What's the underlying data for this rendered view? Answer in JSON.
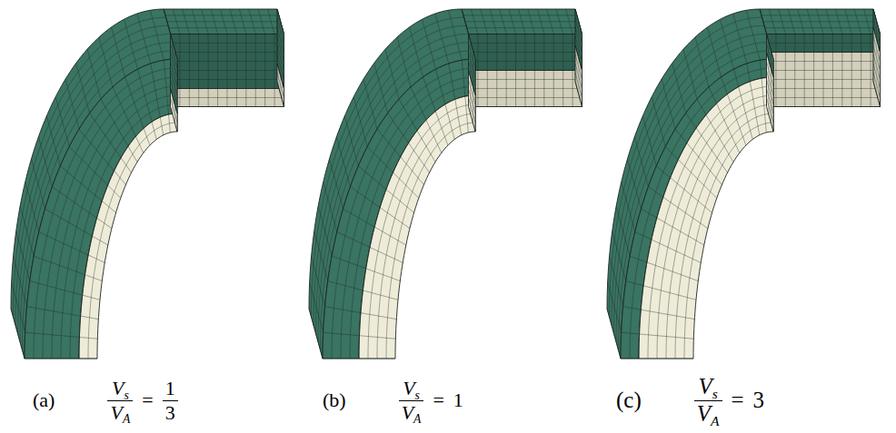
{
  "diagram": {
    "labels": [
      "(a)",
      "V",
      "s",
      "V",
      "A",
      "=",
      "1",
      "3",
      "(b)",
      "V",
      "s",
      "V",
      "A",
      "=",
      "1",
      "(c)",
      "V",
      "s",
      "V",
      "A",
      "=",
      "3"
    ]
  }
}
